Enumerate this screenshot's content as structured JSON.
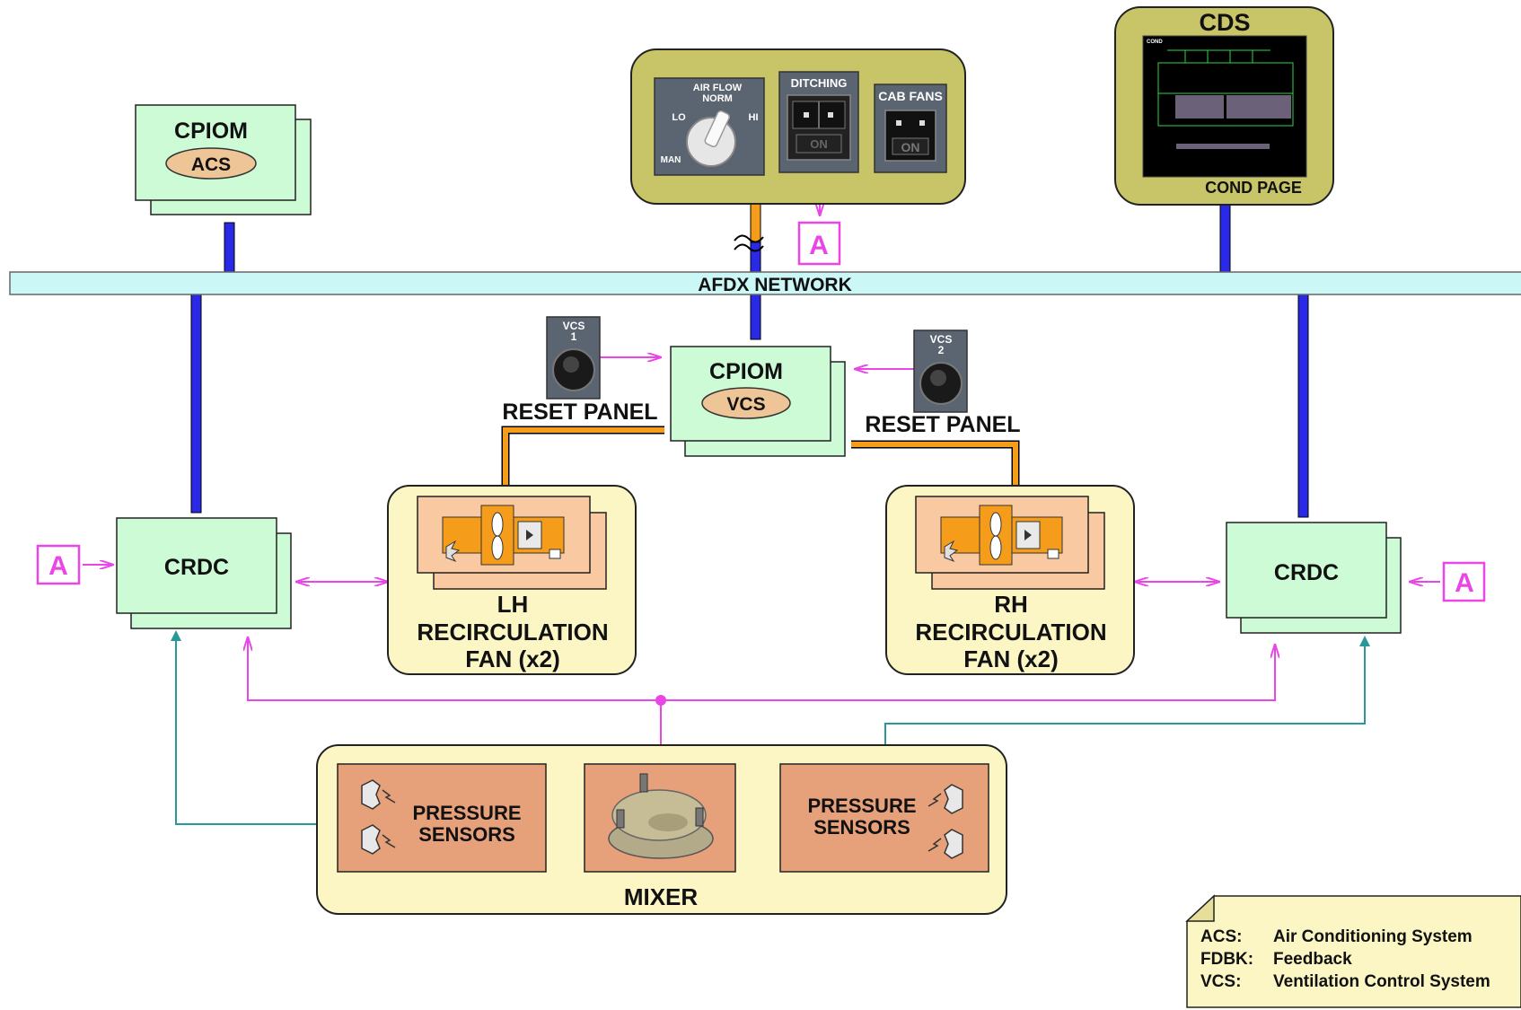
{
  "colors": {
    "bus_fill": "#ccf7f7",
    "box_green": "#ccfbd6",
    "panel_olive": "#c8c468",
    "pale_yellow": "#fbf6c4",
    "sensor_salmon": "#e6a07a",
    "fan_peach": "#f9c9a2",
    "orange_line": "#f59c1a",
    "blue_line": "#2a2ae6",
    "magenta": "#ea45e6",
    "teal": "#2a9898",
    "oval": "#eec596"
  },
  "bus": {
    "label": "AFDX NETWORK"
  },
  "cpiom_acs": {
    "title": "CPIOM",
    "tag": "ACS"
  },
  "cpiom_vcs": {
    "title": "CPIOM",
    "tag": "VCS"
  },
  "overhead_panel": {
    "airflow": {
      "title_line1": "AIR FLOW",
      "title_line2": "NORM",
      "lo": "LO",
      "hi": "HI",
      "man": "MAN"
    },
    "ditching": {
      "title": "DITCHING",
      "on": "ON"
    },
    "cab_fans": {
      "title": "CAB FANS",
      "on": "ON"
    }
  },
  "cds": {
    "title": "CDS",
    "page": "COND PAGE",
    "screen_label": "COND"
  },
  "connector_label": "A",
  "reset_left": {
    "badge_line1": "VCS",
    "badge_line2": "1",
    "label": "RESET PANEL"
  },
  "reset_right": {
    "badge_line1": "VCS",
    "badge_line2": "2",
    "label": "RESET PANEL"
  },
  "crdc_left": {
    "label": "CRDC"
  },
  "crdc_right": {
    "label": "CRDC"
  },
  "fan_left": {
    "line1": "LH",
    "line2": "RECIRCULATION",
    "line3": "FAN (x2)"
  },
  "fan_right": {
    "line1": "RH",
    "line2": "RECIRCULATION",
    "line3": "FAN (x2)"
  },
  "mixer": {
    "label": "MIXER",
    "sensors_left": {
      "line1": "PRESSURE",
      "line2": "SENSORS"
    },
    "sensors_right": {
      "line1": "PRESSURE",
      "line2": "SENSORS"
    }
  },
  "legend": [
    {
      "abbr": "ACS:",
      "desc": "Air  Conditioning System"
    },
    {
      "abbr": "FDBK:",
      "desc": "Feedback"
    },
    {
      "abbr": "VCS:",
      "desc": "Ventilation Control System"
    }
  ]
}
